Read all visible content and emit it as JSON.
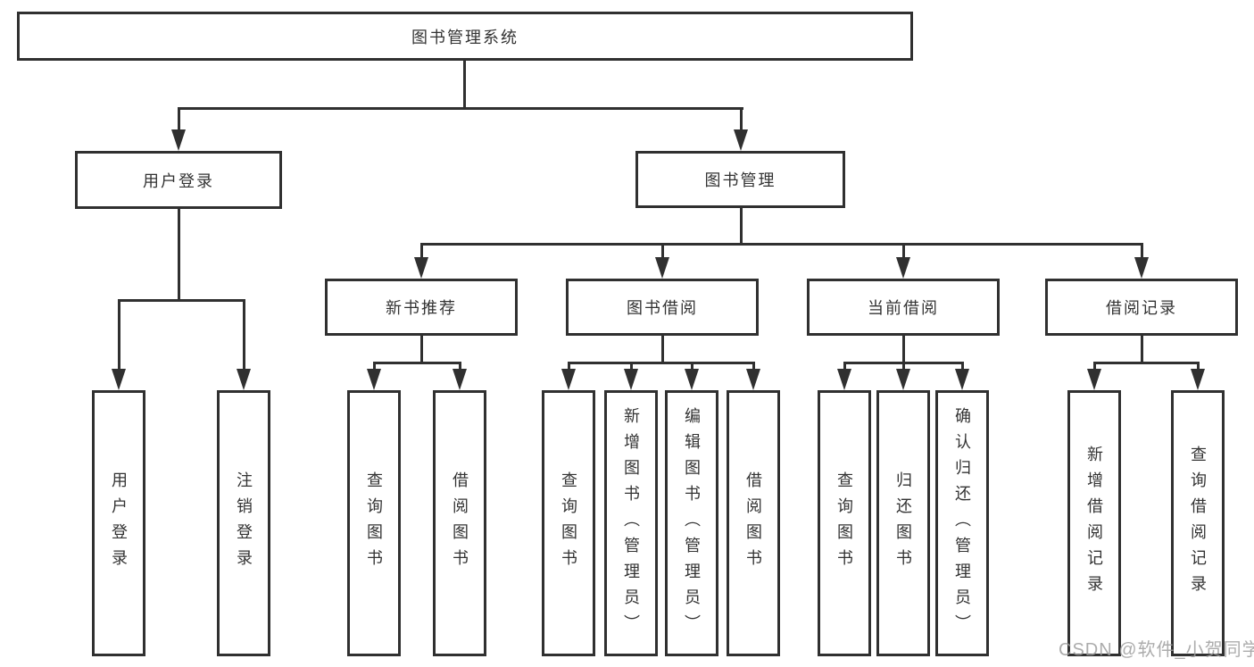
{
  "diagram": {
    "root": {
      "label": "图书管理系统"
    },
    "branches": [
      {
        "label": "用户登录",
        "children": [
          {
            "label": "用户登录"
          },
          {
            "label": "注销登录"
          }
        ]
      },
      {
        "label": "图书管理",
        "children": [
          {
            "label": "新书推荐",
            "children": [
              {
                "label": "查询图书"
              },
              {
                "label": "借阅图书"
              }
            ]
          },
          {
            "label": "图书借阅",
            "children": [
              {
                "label": "查询图书"
              },
              {
                "label": "新增图书（管理员）"
              },
              {
                "label": "编辑图书（管理员）"
              },
              {
                "label": "借阅图书"
              }
            ]
          },
          {
            "label": "当前借阅",
            "children": [
              {
                "label": "查询图书"
              },
              {
                "label": "归还图书"
              },
              {
                "label": "确认归还（管理员）"
              }
            ]
          },
          {
            "label": "借阅记录",
            "children": [
              {
                "label": "新增借阅记录"
              },
              {
                "label": "查询借阅记录"
              }
            ]
          }
        ]
      }
    ]
  },
  "watermark": "CSDN @软件_小贺同学",
  "colors": {
    "line": "#303030",
    "text": "#333333",
    "background": "#ffffff",
    "watermark": "#9e9e9e"
  }
}
